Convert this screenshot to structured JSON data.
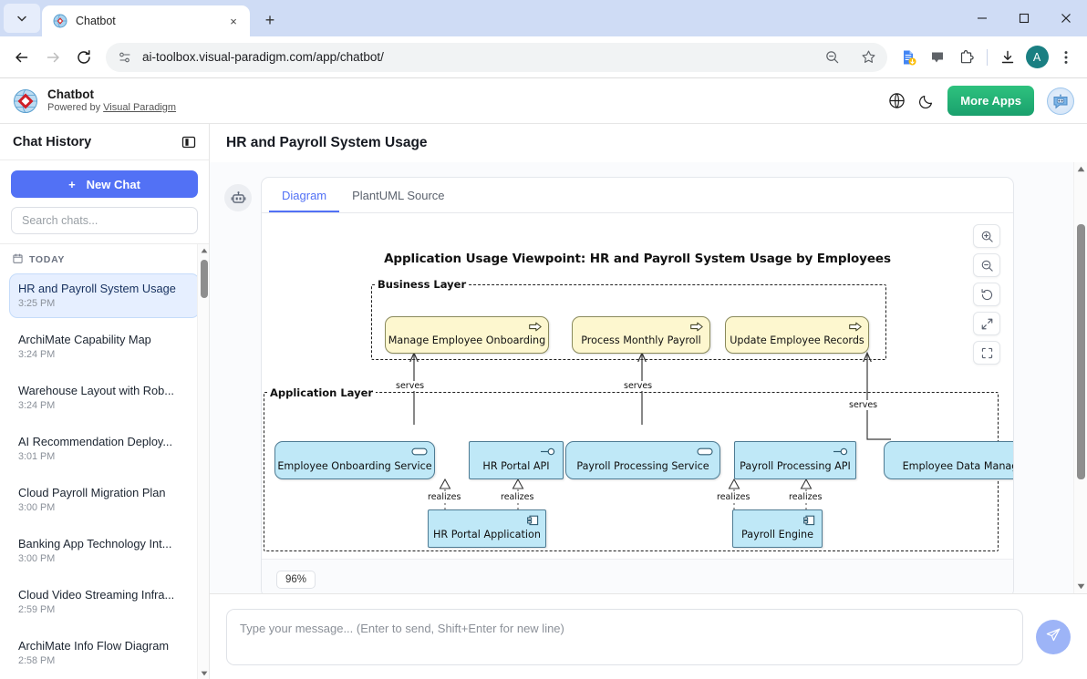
{
  "browser": {
    "tab": {
      "title": "Chatbot",
      "favicon": "visual-paradigm-globe-icon",
      "close_label": "×"
    },
    "new_tab_label": "+",
    "tab_list_label": "⌄",
    "window_controls": {
      "minimize": "—",
      "maximize": "□",
      "close": "✕"
    },
    "nav": {
      "back": "←",
      "forward": "→",
      "reload": "⟳"
    },
    "omnibox": {
      "url": "ai-toolbox.visual-paradigm.com/app/chatbot/",
      "site_icon": "page-info-icon",
      "zoom_icon": "zoom-out-icon",
      "bookmark_icon": "star-icon"
    },
    "toolbar_icons": [
      "translate-doc-icon",
      "clipboard-icon",
      "extensions-icon",
      "downloads-icon"
    ],
    "profile_initial": "A",
    "menu_label": "⋮"
  },
  "app": {
    "title": "Chatbot",
    "subtitle_prefix": "Powered by ",
    "subtitle_link": "Visual Paradigm",
    "logo": "visual-paradigm-logo",
    "header_icons": [
      "globe-icon",
      "dark-mode-icon"
    ],
    "more_apps_label": "More Apps",
    "assistant_avatar": "chatbot-avatar-icon"
  },
  "sidebar": {
    "heading": "Chat History",
    "panel_toggle": "collapse-panel-icon",
    "new_chat_label": "New Chat",
    "new_chat_plus": "+",
    "search_placeholder": "Search chats...",
    "group_label": "TODAY",
    "group_icon": "calendar-icon",
    "items": [
      {
        "title": "HR and Payroll System Usage",
        "time": "3:25 PM",
        "active": true
      },
      {
        "title": "ArchiMate Capability Map",
        "time": "3:24 PM",
        "active": false
      },
      {
        "title": "Warehouse Layout with Rob...",
        "time": "3:24 PM",
        "active": false
      },
      {
        "title": "AI Recommendation Deploy...",
        "time": "3:01 PM",
        "active": false
      },
      {
        "title": "Cloud Payroll Migration Plan",
        "time": "3:00 PM",
        "active": false
      },
      {
        "title": "Banking App Technology Int...",
        "time": "3:00 PM",
        "active": false
      },
      {
        "title": "Cloud Video Streaming Infra...",
        "time": "2:59 PM",
        "active": false
      },
      {
        "title": "ArchiMate Info Flow Diagram",
        "time": "2:58 PM",
        "active": false
      }
    ]
  },
  "main": {
    "page_title": "HR and Payroll System Usage",
    "tabs": [
      {
        "label": "Diagram",
        "active": true
      },
      {
        "label": "PlantUML Source",
        "active": false
      }
    ],
    "canvas_tools": [
      {
        "name": "zoom-in-icon"
      },
      {
        "name": "zoom-out-icon"
      },
      {
        "name": "reset-view-icon"
      },
      {
        "name": "expand-icon"
      },
      {
        "name": "fit-to-screen-icon"
      }
    ],
    "zoom_level": "96%"
  },
  "composer": {
    "placeholder": "Type your message... (Enter to send, Shift+Enter for new line)",
    "value": "",
    "send_icon": "send-paper-plane-icon"
  },
  "diagram": {
    "type": "archimate",
    "title": "Application Usage Viewpoint: HR and Payroll System Usage by Employees",
    "layers": [
      {
        "id": "business",
        "label": "Business Layer"
      },
      {
        "id": "application",
        "label": "Application Layer"
      }
    ],
    "nodes": [
      {
        "id": "n1",
        "label": "Manage Employee Onboarding",
        "kind": "business-process",
        "layer": "business"
      },
      {
        "id": "n2",
        "label": "Process Monthly Payroll",
        "kind": "business-process",
        "layer": "business"
      },
      {
        "id": "n3",
        "label": "Update Employee Records",
        "kind": "business-process",
        "layer": "business"
      },
      {
        "id": "n4",
        "label": "Employee Onboarding Service",
        "kind": "application-service",
        "layer": "application"
      },
      {
        "id": "n5",
        "label": "HR Portal API",
        "kind": "application-interface",
        "layer": "application"
      },
      {
        "id": "n6",
        "label": "Payroll Processing Service",
        "kind": "application-service",
        "layer": "application"
      },
      {
        "id": "n7",
        "label": "Payroll Processing API",
        "kind": "application-interface",
        "layer": "application"
      },
      {
        "id": "n8",
        "label": "Employee Data Manag",
        "kind": "application-service",
        "layer": "application",
        "truncated": true
      },
      {
        "id": "n9",
        "label": "HR Portal Application",
        "kind": "application-component",
        "layer": "application"
      },
      {
        "id": "n10",
        "label": "Payroll Engine",
        "kind": "application-component",
        "layer": "application"
      }
    ],
    "edges": [
      {
        "from": "n4",
        "to": "n1",
        "label": "serves"
      },
      {
        "from": "n6",
        "to": "n2",
        "label": "serves"
      },
      {
        "from": "n8",
        "to": "n3",
        "label": "serves"
      },
      {
        "from": "n9",
        "to": "n4",
        "label": "realizes"
      },
      {
        "from": "n9",
        "to": "n5",
        "label": "realizes"
      },
      {
        "from": "n10",
        "to": "n6",
        "label": "realizes"
      },
      {
        "from": "n10",
        "to": "n7",
        "label": "realizes"
      }
    ],
    "colors": {
      "business_fill": "#fdf7cf",
      "business_stroke": "#8a8a5c",
      "application_fill": "#bfe8f7",
      "application_stroke": "#4e7b93"
    }
  }
}
